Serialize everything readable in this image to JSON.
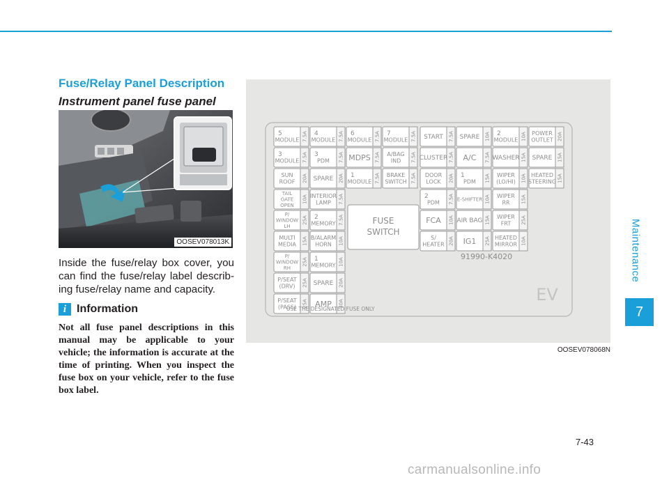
{
  "side_tab": {
    "label": "Maintenance",
    "chapter": "7"
  },
  "section_title": "Fuse/Relay Panel Description",
  "sub_title": "Instrument panel fuse panel",
  "photo_caption": "OOSEV078013K",
  "body_text": "Inside the fuse/relay box cover, you can find the fuse/relay label describ­ing fuse/relay name and capacity.",
  "info": {
    "icon": "i",
    "label": "Information",
    "text": "Not all fuse panel descriptions in this manual may be applicable to your vehicle; the information is accurate at the time of printing. When you inspect the fuse box on your vehicle, refer to the fuse box label."
  },
  "diagram_caption": "OOSEV078068N",
  "fuse_panel": {
    "center_switch": [
      "FUSE",
      "SWITCH"
    ],
    "part_number": "91990-K4020",
    "ev_mark": "EV",
    "footer": "USE THE DESIGNATED FUSE ONLY",
    "col1": [
      {
        "lines": [
          "5",
          "MODULE"
        ],
        "rating": "7.5A"
      },
      {
        "lines": [
          "3",
          "MODULE"
        ],
        "rating": "7.5A"
      },
      {
        "lines": [
          "SUN",
          "ROOF"
        ],
        "rating": "20A"
      },
      {
        "lines": [
          "TAIL",
          "GATE",
          "OPEN"
        ],
        "rating": "10A"
      },
      {
        "lines": [
          "P/",
          "WINDOW",
          "LH"
        ],
        "rating": "25A"
      },
      {
        "lines": [
          "MULTI",
          "MEDIA"
        ],
        "rating": "15A"
      },
      {
        "lines": [
          "P/",
          "WINDOW",
          "RH"
        ],
        "rating": "25A"
      },
      {
        "lines": [
          "P/SEAT",
          "(DRV)"
        ],
        "rating": "25A"
      },
      {
        "lines": [
          "P/SEAT",
          "(PASS)"
        ],
        "rating": "25A"
      }
    ],
    "col2": [
      {
        "lines": [
          "4",
          "MODULE"
        ],
        "rating": "7.5A"
      },
      {
        "lines": [
          "3",
          "PDM"
        ],
        "rating": "7.5A"
      },
      {
        "lines": [
          "SPARE"
        ],
        "rating": "20A"
      },
      {
        "lines": [
          "INTERIOR",
          "LAMP"
        ],
        "rating": "7.5A"
      },
      {
        "lines": [
          "2",
          "MEMORY"
        ],
        "rating": "7.5A"
      },
      {
        "lines": [
          "B/ALARM",
          "HORN"
        ],
        "rating": "10A"
      },
      {
        "lines": [
          "1",
          "MEMORY"
        ],
        "rating": "10A"
      },
      {
        "lines": [
          "SPARE"
        ],
        "rating": "20A"
      },
      {
        "lines": [
          "AMP"
        ],
        "rating": "30A"
      }
    ],
    "col3": [
      {
        "lines": [
          "6",
          "MODULE"
        ],
        "rating": "7.5A"
      },
      {
        "lines": [
          "MDPS"
        ],
        "rating": "7.5A"
      },
      {
        "lines": [
          "1",
          "MODULE"
        ],
        "rating": "7.5A"
      }
    ],
    "col4": [
      {
        "lines": [
          "7",
          "MODULE"
        ],
        "rating": "7.5A"
      },
      {
        "lines": [
          "A/BAG",
          "IND"
        ],
        "rating": "7.5A"
      },
      {
        "lines": [
          "BRAKE",
          "SWITCH"
        ],
        "rating": "7.5A"
      }
    ],
    "col5": [
      {
        "lines": [
          "START"
        ],
        "rating": "7.5A"
      },
      {
        "lines": [
          "CLUSTER"
        ],
        "rating": "7.5A"
      },
      {
        "lines": [
          "DOOR",
          "LOCK"
        ],
        "rating": "20A"
      },
      {
        "lines": [
          "2",
          "PDM"
        ],
        "rating": "7.5A"
      },
      {
        "lines": [
          "FCA"
        ],
        "rating": "10A"
      },
      {
        "lines": [
          "S/",
          "HEATER"
        ],
        "rating": "20A"
      }
    ],
    "col6": [
      {
        "lines": [
          "SPARE"
        ],
        "rating": "10A"
      },
      {
        "lines": [
          "A/C"
        ],
        "rating": "7.5A"
      },
      {
        "lines": [
          "1",
          "PDM"
        ],
        "rating": "15A"
      },
      {
        "lines": [
          "E-SHIFTER"
        ],
        "rating": "10A"
      },
      {
        "lines": [
          "AIR BAG"
        ],
        "rating": "15A"
      },
      {
        "lines": [
          "IG1"
        ],
        "rating": "25A"
      }
    ],
    "col7": [
      {
        "lines": [
          "2",
          "MODULE"
        ],
        "rating": "10A"
      },
      {
        "lines": [
          "WASHER"
        ],
        "rating": "15A"
      },
      {
        "lines": [
          "WIPER",
          "(LO/HI)"
        ],
        "rating": "10A"
      },
      {
        "lines": [
          "WIPER",
          "RR"
        ],
        "rating": "15A"
      },
      {
        "lines": [
          "WIPER",
          "FRT"
        ],
        "rating": "25A"
      },
      {
        "lines": [
          "HEATED",
          "MIRROR"
        ],
        "rating": "10A"
      }
    ],
    "col8": [
      {
        "lines": [
          "POWER",
          "OUTLET"
        ],
        "rating": "20A"
      },
      {
        "lines": [
          "SPARE"
        ],
        "rating": "15A"
      },
      {
        "lines": [
          "HEATED",
          "STEERING"
        ],
        "rating": "15A"
      }
    ]
  },
  "page_number": "7-43",
  "watermark": "carmanualsonline.info",
  "colors": {
    "accent": "#1a9fd8",
    "diagram_bg": "#e6e6e4",
    "label_gray": "#8c8c8c"
  }
}
